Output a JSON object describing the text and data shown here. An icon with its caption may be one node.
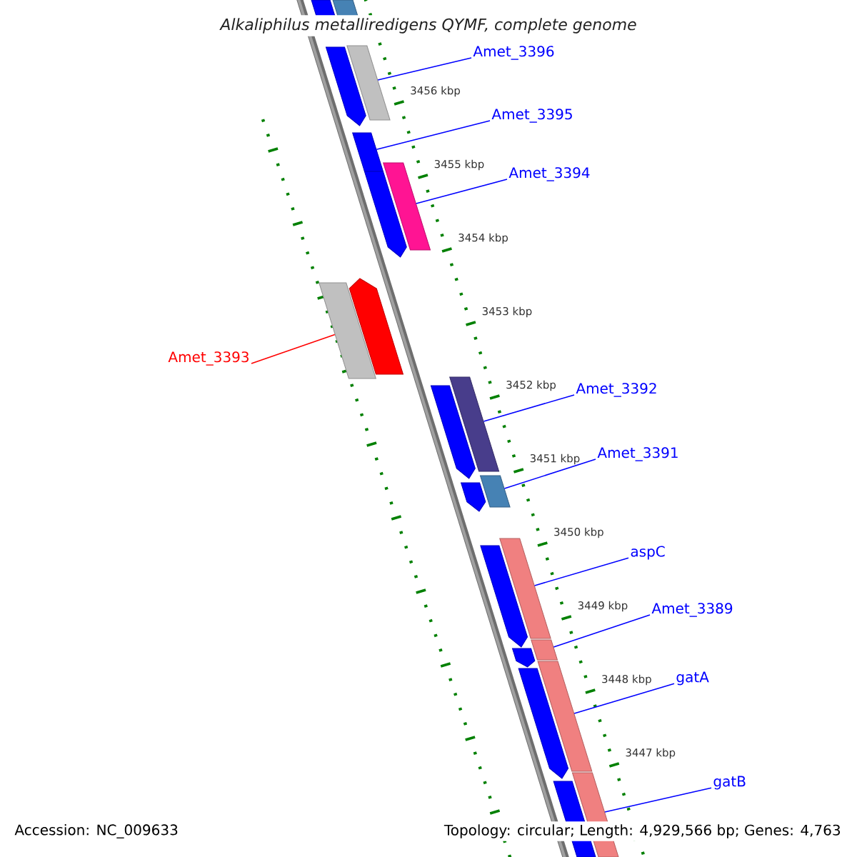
{
  "diagram": {
    "title": "Alkaliphilus metalliredigens QYMF, complete genome",
    "nodes": [
      {
        "text": [
          "Amet_3396"
        ]
      },
      {
        "text": [],
        "shape": "bar"
      },
      {
        "text": [
          "Amet_3395"
        ]
      },
      {
        "text": [],
        "shape": "bar"
      },
      {
        "text": [
          "Amet_3394"
        ]
      },
      {
        "text": [],
        "shape": "bar"
      },
      {
        "text": [
          "Amet_3393"
        ]
      },
      {
        "text": [],
        "shape": "bar"
      },
      {
        "text": [
          "Amet_3392"
        ]
      },
      {
        "text": [],
        "shape": "bar"
      },
      {
        "text": [
          "Amet_3391"
        ]
      },
      {
        "text": [],
        "shape": "bar"
      },
      {
        "text": [
          "aspC"
        ]
      },
      {
        "text": [],
        "shape": "bar"
      },
      {
        "text": [
          "Amet_3389"
        ]
      },
      {
        "text": [],
        "shape": "bar"
      },
      {
        "text": [
          "gatA"
        ]
      },
      {
        "text": [],
        "shape": "bar"
      },
      {
        "text": [
          "gatB"
        ]
      },
      {
        "text": [],
        "shape": "bar"
      },
      {
        "text": [],
        "shape": "bar"
      },
      {
        "text": [],
        "shape": "bar"
      },
      {
        "text": [],
        "shape": "pentagon"
      },
      {
        "text": [],
        "shape": "pentagon"
      },
      {
        "text": [],
        "shape": "pentagon"
      },
      {
        "text": [],
        "shape": "pentagon"
      },
      {
        "text": [],
        "shape": "pentagon"
      },
      {
        "text": [],
        "shape": "pentagon"
      },
      {
        "text": [],
        "shape": "pentagon"
      },
      {
        "text": [],
        "shape": "pentagon"
      },
      {
        "text": [],
        "shape": "bar"
      }
    ],
    "edges": [
      {
        "from": 0,
        "to": 1,
        "arrow": "none"
      },
      {
        "from": 2,
        "to": 3,
        "arrow": "none"
      },
      {
        "from": 4,
        "to": 5,
        "arrow": "none"
      },
      {
        "from": 6,
        "to": 7,
        "arrow": "none",
        "color": "#ff0000"
      },
      {
        "from": 8,
        "to": 9,
        "arrow": "none"
      },
      {
        "from": 10,
        "to": 11,
        "arrow": "none"
      },
      {
        "from": 12,
        "to": 13,
        "arrow": "none"
      },
      {
        "from": 14,
        "to": 15,
        "arrow": "none"
      },
      {
        "from": 16,
        "to": 17,
        "arrow": "none"
      },
      {
        "from": 18,
        "to": 19,
        "arrow": "none"
      }
    ],
    "labels": [
      "3456 kbp",
      "3455 kbp",
      "3454 kbp",
      "3453 kbp",
      "3452 kbp",
      "3451 kbp",
      "3450 kbp",
      "3449 kbp",
      "3448 kbp",
      "3447 kbp",
      "Accession: NC_009633",
      "Topology: circular; Length: 4,929,566 bp; Genes: 4,763"
    ]
  }
}
